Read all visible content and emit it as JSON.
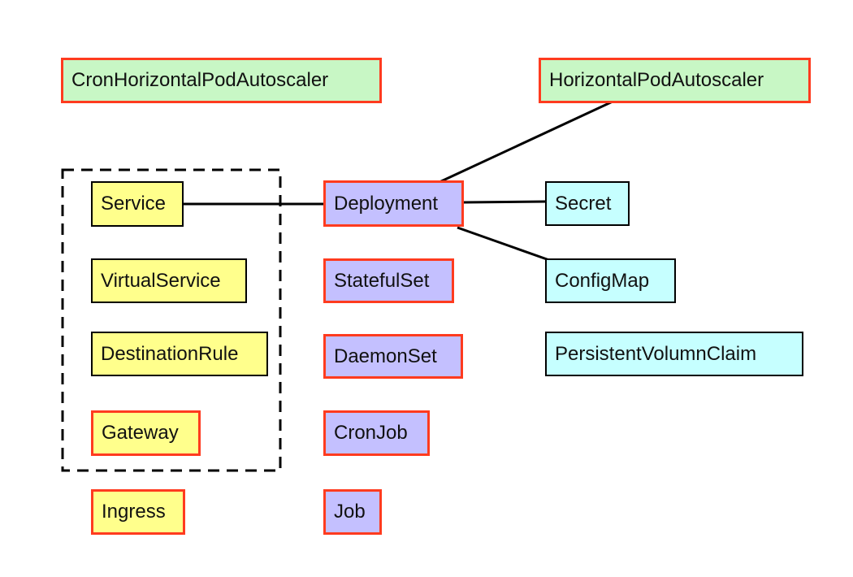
{
  "diagram": {
    "nodes": [
      {
        "id": "cron-hpa",
        "label": "CronHorizontalPodAutoscaler",
        "category": "autoscaler",
        "highlighted": true
      },
      {
        "id": "hpa",
        "label": "HorizontalPodAutoscaler",
        "category": "autoscaler",
        "highlighted": true
      },
      {
        "id": "service",
        "label": "Service",
        "category": "network",
        "highlighted": false
      },
      {
        "id": "virtualservice",
        "label": "VirtualService",
        "category": "network",
        "highlighted": false
      },
      {
        "id": "destinationrule",
        "label": "DestinationRule",
        "category": "network",
        "highlighted": false
      },
      {
        "id": "gateway",
        "label": "Gateway",
        "category": "network",
        "highlighted": true
      },
      {
        "id": "ingress",
        "label": "Ingress",
        "category": "network",
        "highlighted": true
      },
      {
        "id": "deployment",
        "label": "Deployment",
        "category": "workload",
        "highlighted": true
      },
      {
        "id": "statefulset",
        "label": "StatefulSet",
        "category": "workload",
        "highlighted": true
      },
      {
        "id": "daemonset",
        "label": "DaemonSet",
        "category": "workload",
        "highlighted": true
      },
      {
        "id": "cronjob",
        "label": "CronJob",
        "category": "workload",
        "highlighted": true
      },
      {
        "id": "job",
        "label": "Job",
        "category": "workload",
        "highlighted": true
      },
      {
        "id": "secret",
        "label": "Secret",
        "category": "config",
        "highlighted": false
      },
      {
        "id": "configmap",
        "label": "ConfigMap",
        "category": "config",
        "highlighted": false
      },
      {
        "id": "pvc",
        "label": "PersistentVolumnClaim",
        "category": "config",
        "highlighted": false
      }
    ],
    "edges": [
      {
        "from": "service",
        "to": "deployment"
      },
      {
        "from": "deployment",
        "to": "hpa"
      },
      {
        "from": "deployment",
        "to": "secret"
      },
      {
        "from": "deployment",
        "to": "configmap"
      }
    ],
    "groups": [
      {
        "id": "istio-group",
        "style": "dashed",
        "members": [
          "service",
          "virtualservice",
          "destinationrule",
          "gateway"
        ]
      }
    ],
    "colors": {
      "autoscaler": "#c8f7c5",
      "network": "#ffff8c",
      "workload": "#c4c0ff",
      "config": "#c6ffff",
      "highlight_border": "#ff3b1f",
      "default_border": "#000000",
      "edge": "#000000"
    }
  }
}
